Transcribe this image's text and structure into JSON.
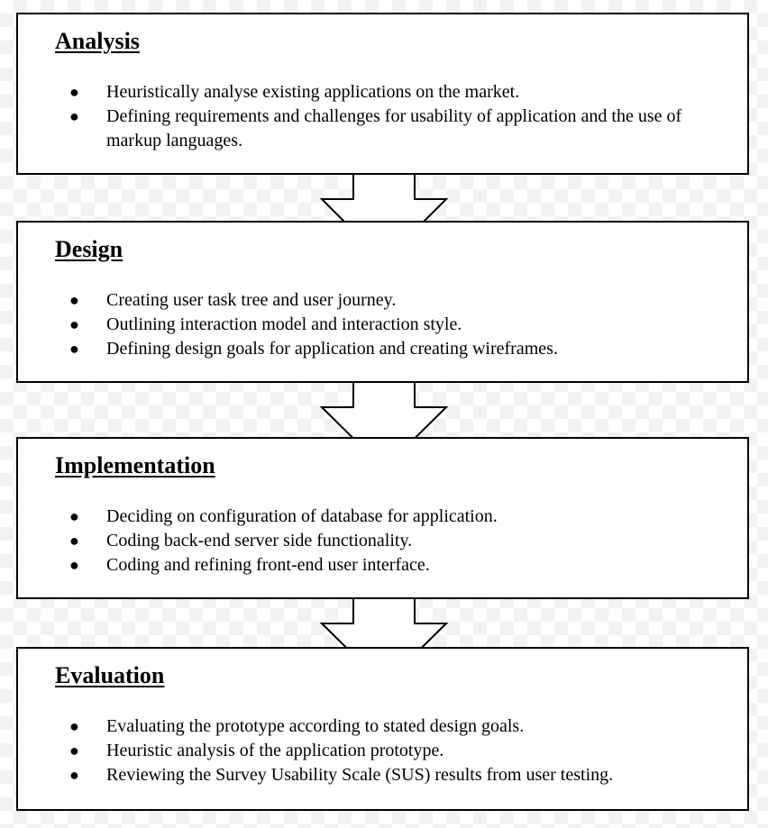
{
  "stages": [
    {
      "title": "Analysis",
      "bullets": [
        "Heuristically analyse existing applications on the market.",
        "Defining requirements and challenges for usability of application and the use of markup languages."
      ]
    },
    {
      "title": "Design",
      "bullets": [
        "Creating user task tree and user journey.",
        "Outlining interaction model and interaction style.",
        "Defining design goals for application and creating wireframes."
      ]
    },
    {
      "title": "Implementation",
      "bullets": [
        "Deciding on configuration of database for application.",
        "Coding back-end server side functionality.",
        "Coding and refining front-end user interface."
      ]
    },
    {
      "title": "Evaluation",
      "bullets": [
        "Evaluating the prototype according to stated design goals.",
        "Heuristic analysis of the application prototype.",
        "Reviewing the Survey Usability Scale (SUS) results from user testing."
      ]
    }
  ],
  "bullet_glyph": "●",
  "colors": {
    "stroke": "#000000",
    "box_fill": "#ffffff",
    "background": "#ffffff",
    "background_check": "#f2f2f2"
  }
}
